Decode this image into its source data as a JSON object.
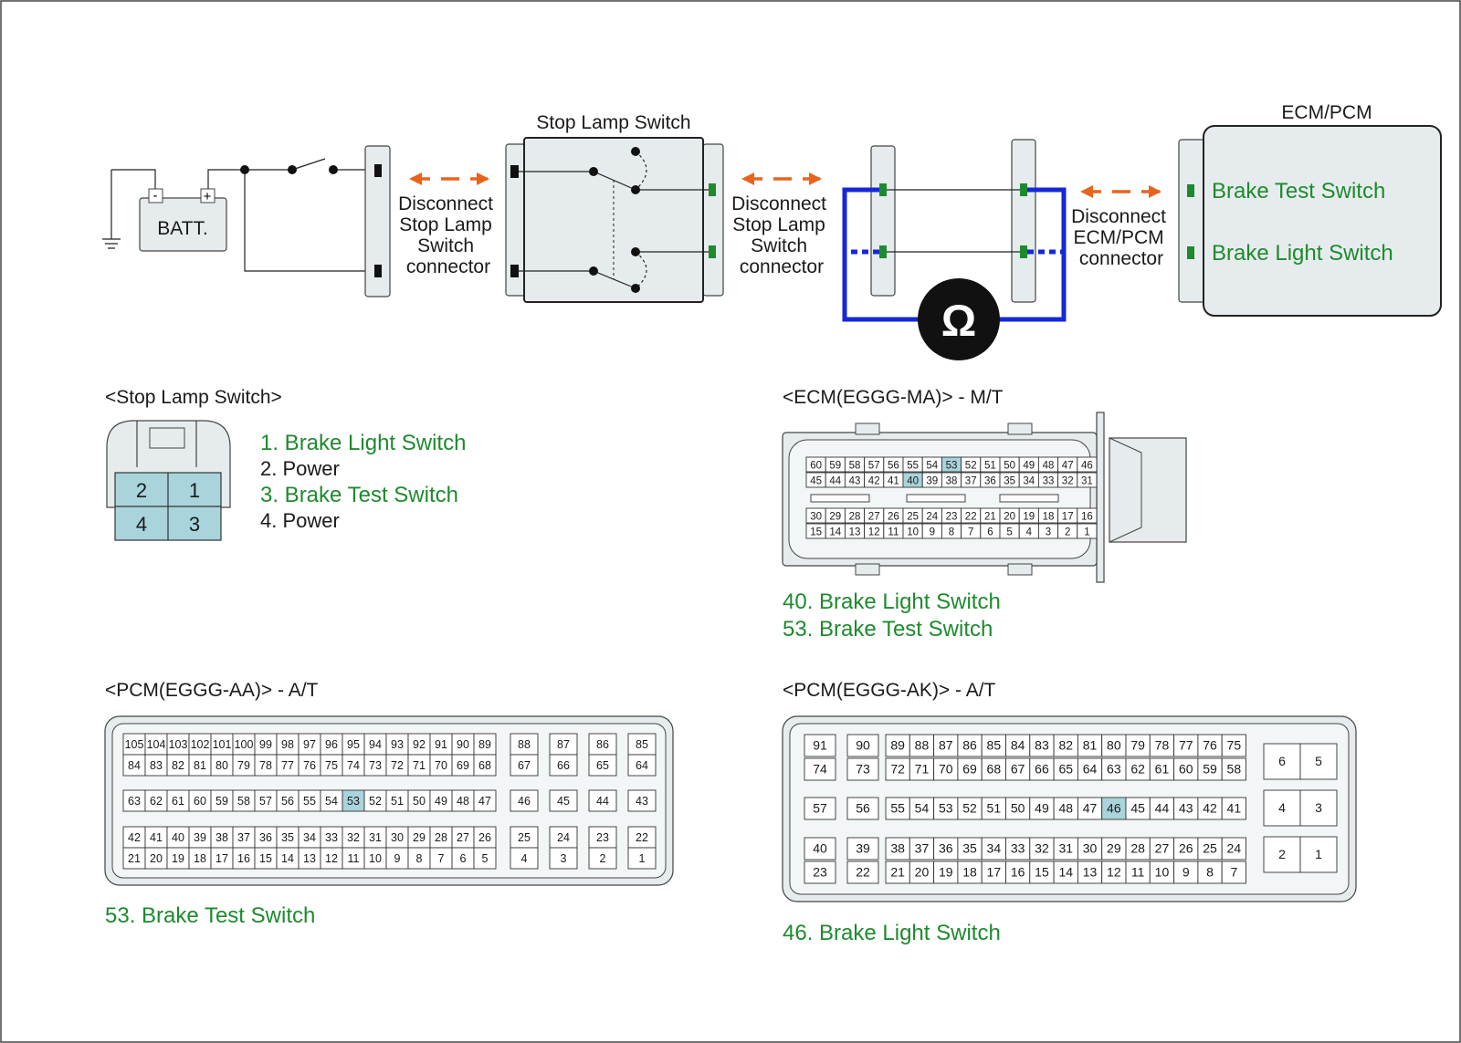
{
  "top": {
    "batt_label": "BATT.",
    "batt_minus": "-",
    "batt_plus": "+",
    "stop_lamp_switch_title": "Stop Lamp Switch",
    "ecm_title": "ECM/PCM",
    "disconnect1": [
      "Disconnect",
      "Stop Lamp",
      "Switch",
      "connector"
    ],
    "disconnect2": [
      "Disconnect",
      "Stop Lamp",
      "Switch",
      "connector"
    ],
    "disconnect3": [
      "Disconnect",
      "ECM/PCM",
      "connector"
    ],
    "ecm_pin1": "Brake Test Switch",
    "ecm_pin2": "Brake Light Switch",
    "ohm_symbol": "Ω"
  },
  "stop_lamp_connector": {
    "title": "<Stop Lamp Switch>",
    "pins": [
      "2",
      "1",
      "4",
      "3"
    ],
    "legend": [
      {
        "text": "1. Brake Light Switch",
        "color": "#1e8a2e"
      },
      {
        "text": "2. Power",
        "color": "#1a1a1a"
      },
      {
        "text": "3. Brake Test Switch",
        "color": "#1e8a2e"
      },
      {
        "text": "4. Power",
        "color": "#1a1a1a"
      }
    ]
  },
  "ecm_ma": {
    "title": "<ECM(EGGG-MA)> - M/T",
    "rows": [
      [
        "60",
        "59",
        "58",
        "57",
        "56",
        "55",
        "54",
        "53",
        "52",
        "51",
        "50",
        "49",
        "48",
        "47",
        "46"
      ],
      [
        "45",
        "44",
        "43",
        "42",
        "41",
        "40",
        "39",
        "38",
        "37",
        "36",
        "35",
        "34",
        "33",
        "32",
        "31"
      ],
      [
        "30",
        "29",
        "28",
        "27",
        "26",
        "25",
        "24",
        "23",
        "22",
        "21",
        "20",
        "19",
        "18",
        "17",
        "16"
      ],
      [
        "15",
        "14",
        "13",
        "12",
        "11",
        "10",
        "9",
        "8",
        "7",
        "6",
        "5",
        "4",
        "3",
        "2",
        "1"
      ]
    ],
    "highlight": [
      "40",
      "53"
    ],
    "legend": [
      "40. Brake Light Switch",
      "53. Brake Test Switch"
    ]
  },
  "pcm_aa": {
    "title": "<PCM(EGGG-AA)> - A/T",
    "row1_main": [
      "105",
      "104",
      "103",
      "102",
      "101",
      "100",
      "99",
      "98",
      "97",
      "96",
      "95",
      "94",
      "93",
      "92",
      "91",
      "90",
      "89"
    ],
    "row1_side": [
      "88",
      "87",
      "86",
      "85"
    ],
    "row2_main": [
      "84",
      "83",
      "82",
      "81",
      "80",
      "79",
      "78",
      "77",
      "76",
      "75",
      "74",
      "73",
      "72",
      "71",
      "70",
      "69",
      "68"
    ],
    "row2_side": [
      "67",
      "66",
      "65",
      "64"
    ],
    "row3_main": [
      "63",
      "62",
      "61",
      "60",
      "59",
      "58",
      "57",
      "56",
      "55",
      "54",
      "53",
      "52",
      "51",
      "50",
      "49",
      "48",
      "47"
    ],
    "row3_side": [
      "46",
      "45",
      "44",
      "43"
    ],
    "row4_main": [
      "42",
      "41",
      "40",
      "39",
      "38",
      "37",
      "36",
      "35",
      "34",
      "33",
      "32",
      "31",
      "30",
      "29",
      "28",
      "27",
      "26"
    ],
    "row4_side": [
      "25",
      "24",
      "23",
      "22"
    ],
    "row5_main": [
      "21",
      "20",
      "19",
      "18",
      "17",
      "16",
      "15",
      "14",
      "13",
      "12",
      "11",
      "10",
      "9",
      "8",
      "7",
      "6",
      "5"
    ],
    "row5_side": [
      "4",
      "3",
      "2",
      "1"
    ],
    "highlight": [
      "53"
    ],
    "legend": "53. Brake Test Switch"
  },
  "pcm_ak": {
    "title": "<PCM(EGGG-AK)> - A/T",
    "col_a": [
      "91",
      "74",
      "57",
      "40",
      "23"
    ],
    "col_b": [
      "90",
      "73",
      "56",
      "39",
      "22"
    ],
    "row1": [
      "89",
      "88",
      "87",
      "86",
      "85",
      "84",
      "83",
      "82",
      "81",
      "80",
      "79",
      "78",
      "77",
      "76",
      "75"
    ],
    "row2": [
      "72",
      "71",
      "70",
      "69",
      "68",
      "67",
      "66",
      "65",
      "64",
      "63",
      "62",
      "61",
      "60",
      "59",
      "58"
    ],
    "row3": [
      "55",
      "54",
      "53",
      "52",
      "51",
      "50",
      "49",
      "48",
      "47",
      "46",
      "45",
      "44",
      "43",
      "42",
      "41"
    ],
    "row4": [
      "38",
      "37",
      "36",
      "35",
      "34",
      "33",
      "32",
      "31",
      "30",
      "29",
      "28",
      "27",
      "26",
      "25",
      "24"
    ],
    "row5": [
      "21",
      "20",
      "19",
      "18",
      "17",
      "16",
      "15",
      "14",
      "13",
      "12",
      "11",
      "10",
      "9",
      "8",
      "7"
    ],
    "right": [
      [
        "6",
        "5"
      ],
      [
        "4",
        "3"
      ],
      [
        "2",
        "1"
      ]
    ],
    "highlight": [
      "46"
    ],
    "legend": "46. Brake Light Switch"
  },
  "colors": {
    "accent_green": "#1e8a2e",
    "arrow_orange": "#e8641e",
    "meter_blue": "#1428d8",
    "pin_highlight": "#a9d4dc",
    "connector_fill": "#e6eced"
  }
}
